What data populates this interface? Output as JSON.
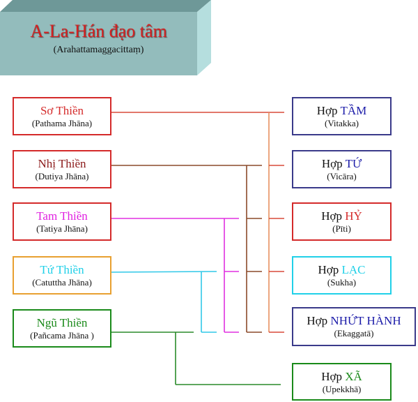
{
  "title": {
    "main": "A-La-Hán đạo tâm",
    "sub": "(Arahattamaggacittaṃ)"
  },
  "jhanas": [
    {
      "name": "Sơ Thiền",
      "pali": "(Pathama Jhāna)",
      "color": "#d42a2a",
      "border": "#d42a2a"
    },
    {
      "name": "Nhị Thiền",
      "pali": "(Dutiya Jhāna)",
      "color": "#8b1a1a",
      "border": "#d42a2a"
    },
    {
      "name": "Tam Thiền",
      "pali": "(Tatiya Jhāna)",
      "color": "#e020e0",
      "border": "#d42a2a"
    },
    {
      "name": "Tứ Thiền",
      "pali": "(Catuttha Jhāna)",
      "color": "#20d0e8",
      "border": "#e8a030"
    },
    {
      "name": "Ngũ Thiền",
      "pali": "(Pañcama Jhāna )",
      "color": "#1a8a1a",
      "border": "#1a8a1a"
    }
  ],
  "factors": [
    {
      "prefix": "Hợp",
      "name": "TẦM",
      "pali": "(Vitakka)",
      "color": "#1a1aa8",
      "border": "#3a3a8a"
    },
    {
      "prefix": "Hợp",
      "name": "TỨ",
      "pali": "(Vicāra)",
      "color": "#1a1aa8",
      "border": "#3a3a8a"
    },
    {
      "prefix": "Hợp",
      "name": "HỶ",
      "pali": "(Pīti)",
      "color": "#d42a2a",
      "border": "#d42a2a"
    },
    {
      "prefix": "Hợp",
      "name": "LẠC",
      "pali": "(Sukha)",
      "color": "#20d0e8",
      "border": "#20d0e8"
    },
    {
      "prefix": "Hợp",
      "name": "NHỨT HÀNH",
      "pali": "(Ekaggatā)",
      "color": "#1a1aa8",
      "border": "#3a3a8a"
    },
    {
      "prefix": "Hợp",
      "name": "XÃ",
      "pali": "(Upekkhā)",
      "color": "#1a8a1a",
      "border": "#1a8a1a"
    }
  ]
}
